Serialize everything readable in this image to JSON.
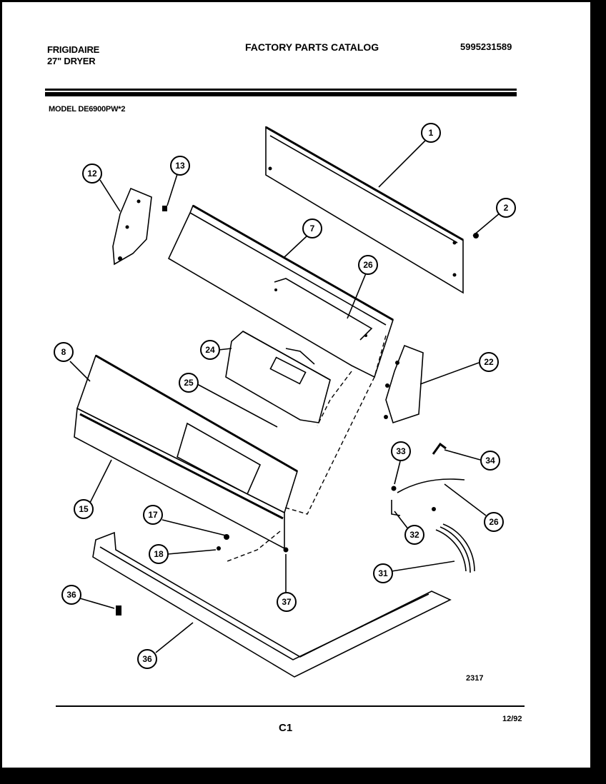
{
  "header": {
    "brand_line1": "FRIGIDAIRE",
    "brand_line2": "27\" DRYER",
    "catalog_title": "FACTORY PARTS CATALOG",
    "catalog_number": "5995231589",
    "model_label": "MODEL DE6900PW*2"
  },
  "callouts": {
    "c1": "1",
    "c2": "2",
    "c7": "7",
    "c8": "8",
    "c12": "12",
    "c13": "13",
    "c15": "15",
    "c17": "17",
    "c18": "18",
    "c22": "22",
    "c24": "24",
    "c25": "25",
    "c26a": "26",
    "c26b": "26",
    "c31": "31",
    "c32": "32",
    "c33": "33",
    "c34": "34",
    "c36a": "36",
    "c36b": "36",
    "c37": "37"
  },
  "footer": {
    "figure_number": "2317",
    "page_label": "C1",
    "date": "12/92"
  }
}
